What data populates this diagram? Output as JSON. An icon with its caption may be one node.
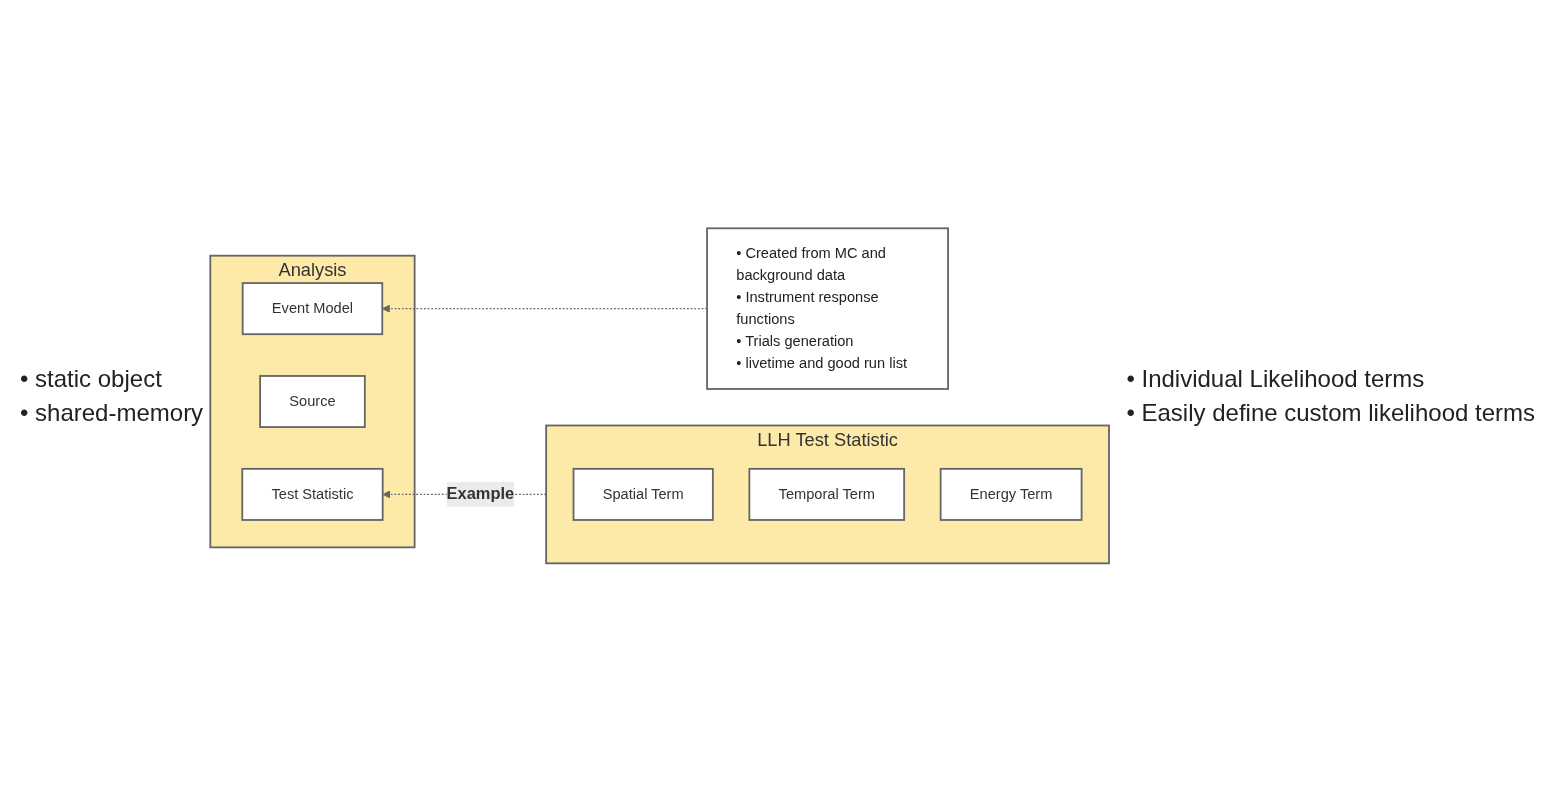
{
  "diagram": {
    "nodes": [
      {
        "text": [
          "Analysis"
        ]
      },
      {
        "text": [
          "Event Model"
        ],
        "in": 0
      },
      {
        "text": [
          "Source"
        ],
        "in": 0
      },
      {
        "text": [
          "Test Statistic"
        ],
        "in": 0
      },
      {
        "text": [
          "• Created from MC and background data",
          "• Instrument response functions",
          "• Trials generation",
          "• livetime and good run list"
        ]
      },
      {
        "text": [
          "LLH Test Statistic"
        ]
      },
      {
        "text": [
          "Spatial Term"
        ],
        "in": 5
      },
      {
        "text": [
          "Temporal Term"
        ],
        "in": 5
      },
      {
        "text": [
          "Energy Term"
        ],
        "in": 5
      }
    ],
    "edges": [
      {
        "from": 4,
        "to": 1,
        "arrow": "to",
        "style": "dashed"
      },
      {
        "from": 5,
        "to": 3,
        "arrow": "to",
        "style": "dashed",
        "label": "Example"
      }
    ],
    "labels": [
      "• static object",
      "• shared-memory",
      "• Individual Likelihood terms",
      "• Easily define custom likelihood terms"
    ]
  }
}
